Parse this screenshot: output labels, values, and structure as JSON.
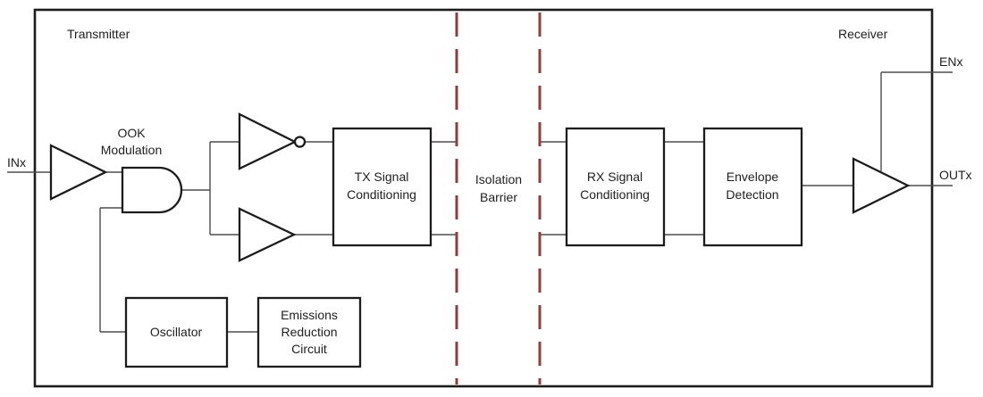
{
  "diagram": {
    "regions": {
      "transmitter": "Transmitter",
      "receiver": "Receiver"
    },
    "ports": {
      "input": "INx",
      "enable": "ENx",
      "output": "OUTx"
    },
    "modulation_label": {
      "line1": "OOK",
      "line2": "Modulation"
    },
    "isolation_barrier": {
      "line1": "Isolation",
      "line2": "Barrier"
    },
    "blocks": {
      "tx_signal": {
        "line1": "TX Signal",
        "line2": "Conditioning"
      },
      "rx_signal": {
        "line1": "RX Signal",
        "line2": "Conditioning"
      },
      "envelope": {
        "line1": "Envelope",
        "line2": "Detection"
      },
      "oscillator": {
        "label": "Oscillator"
      },
      "emissions": {
        "line1": "Emissions",
        "line2": "Reduction",
        "line3": "Circuit"
      }
    },
    "colors": {
      "barrier_dash": "#8f3d3d",
      "wire": "#4d4d4d",
      "shape_stroke": "#1c1c1c",
      "text": "#1f1f1f",
      "background": "#ffffff"
    }
  }
}
